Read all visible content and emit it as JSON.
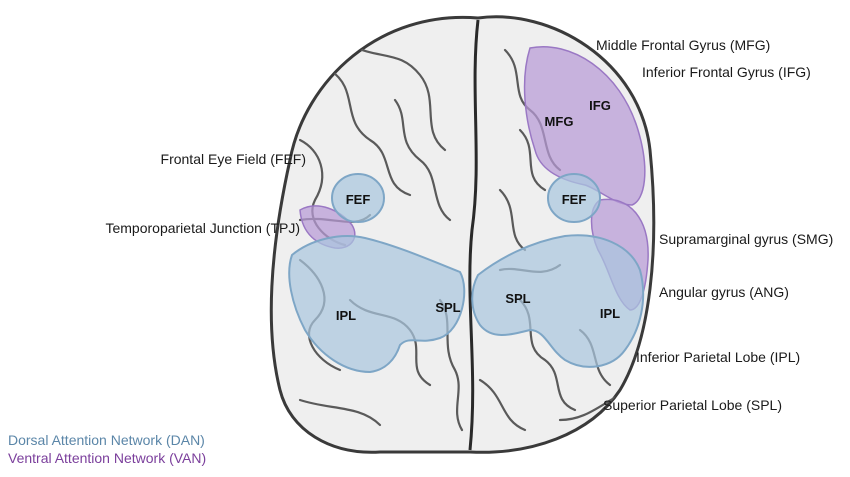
{
  "labels": {
    "mfg": "Middle Frontal Gyrus (MFG)",
    "ifg": "Inferior Frontal Gyrus (IFG)",
    "fef": "Frontal Eye Field (FEF)",
    "tpj": "Temporoparietal Junction (TPJ)",
    "smg": "Supramarginal gyrus (SMG)",
    "ang": "Angular gyrus (ANG)",
    "ipl": "Inferior Parietal Lobe (IPL)",
    "spl": "Superior Parietal Lobe (SPL)"
  },
  "region_tags": {
    "mfg": "MFG",
    "ifg": "IFG",
    "fef_left": "FEF",
    "fef_right": "FEF",
    "spl_left": "SPL",
    "spl_right": "SPL",
    "ipl_left": "IPL",
    "ipl_right": "IPL"
  },
  "legend": {
    "dan": "Dorsal Attention Network (DAN)",
    "van": "Ventral Attention Network (VAN)"
  },
  "colors": {
    "dan": "#5b86a8",
    "van": "#7b3f9c",
    "dan_fill": "#a9c6de",
    "van_fill": "#b79ad6"
  }
}
